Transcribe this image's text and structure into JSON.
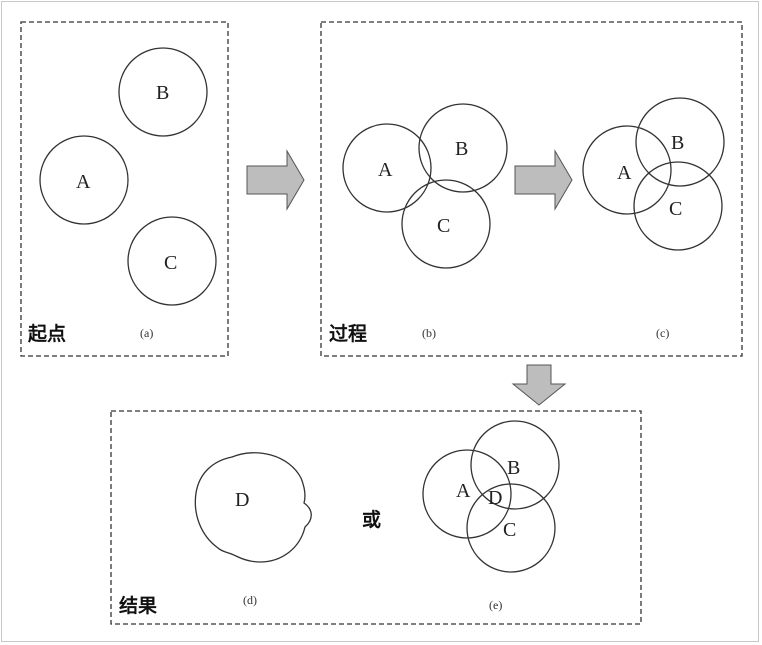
{
  "panels": {
    "start": {
      "title": "起点",
      "caption": "(a)"
    },
    "process": {
      "title": "过程",
      "caption_b": "(b)",
      "caption_c": "(c)"
    },
    "result": {
      "title": "结果",
      "caption_d": "(d)",
      "caption_e": "(e)",
      "or_text": "或"
    }
  },
  "labels": {
    "a": "A",
    "b": "B",
    "c": "C",
    "d": "D"
  },
  "colors": {
    "stroke": "#333333",
    "arrow_fill": "#bdbdbd"
  }
}
